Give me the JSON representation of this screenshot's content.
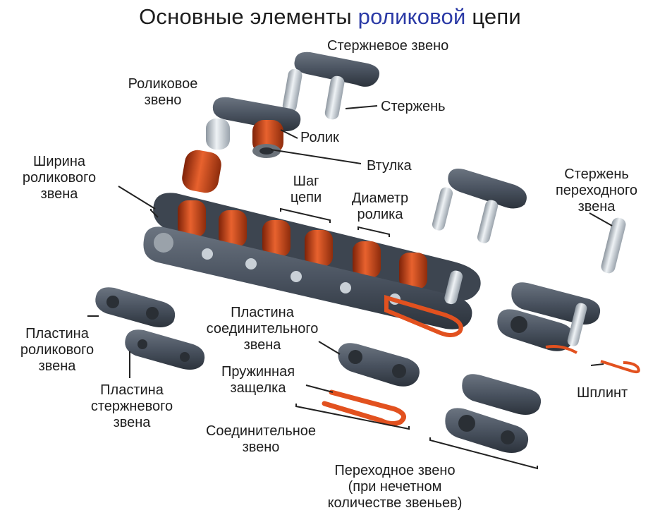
{
  "title": {
    "prefix": "Основные элементы",
    "accent": "роликовой",
    "suffix": "цепи"
  },
  "colors": {
    "plate": "#4a5360",
    "plate_dark": "#2c333c",
    "steel": "#c9d0d7",
    "roller": "#c8431a",
    "accent_title": "#2b3aa6",
    "spring": "#e2511f"
  },
  "labels": {
    "pin_link": "Стержневое звено",
    "roller_link": [
      "Роликовое",
      "звено"
    ],
    "pin": "Стержень",
    "roller": "Ролик",
    "bushing": "Втулка",
    "roller_link_width": [
      "Ширина",
      "роликового",
      "звена"
    ],
    "pitch": [
      "Шаг",
      "цепи"
    ],
    "roller_diameter": [
      "Диаметр",
      "ролика"
    ],
    "offset_pin": [
      "Стержень",
      "переходного",
      "звена"
    ],
    "roller_plate": [
      "Пластина",
      "роликового",
      "звена"
    ],
    "pin_plate": [
      "Пластина",
      "стержневого",
      "звена"
    ],
    "connecting_plate": [
      "Пластина",
      "соединительного",
      "звена"
    ],
    "spring_clip": [
      "Пружинная",
      "защелка"
    ],
    "connecting_link": [
      "Соединительное",
      "звено"
    ],
    "cotter_pin": "Шплинт",
    "offset_link": [
      "Переходное звено",
      "(при нечетном",
      "количестве звеньев)"
    ]
  }
}
